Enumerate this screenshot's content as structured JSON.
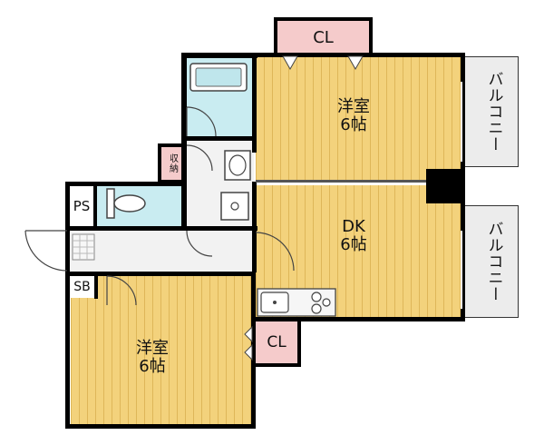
{
  "rooms": {
    "western_top": {
      "name": "洋室",
      "size": "6帖"
    },
    "dk": {
      "name": "DK",
      "size": "6帖"
    },
    "western_bottom": {
      "name": "洋室",
      "size": "6帖"
    }
  },
  "closets": {
    "top": "CL",
    "mid": "CL",
    "storage": "収納"
  },
  "utilities": {
    "ps": "PS",
    "sb": "SB"
  },
  "balconies": {
    "top": "バルコニー",
    "bottom": "バルコニー"
  },
  "colors": {
    "floor": "#f3d27c",
    "water": "#c9ecf1",
    "closet": "#f5cbcb",
    "balcony": "#ececec",
    "wall": "#000000"
  }
}
